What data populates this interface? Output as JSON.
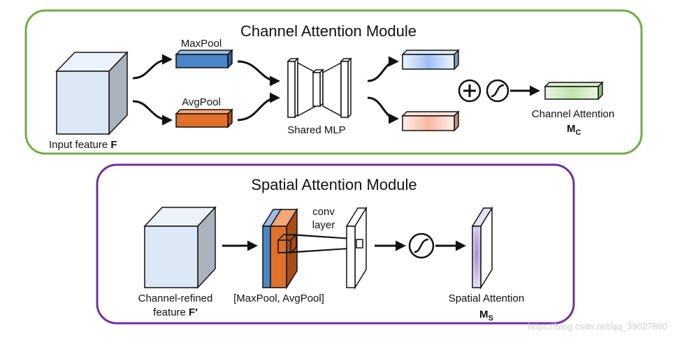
{
  "channel_module": {
    "title": "Channel Attention Module",
    "input_label": "Input feature",
    "input_symbol": "F",
    "maxpool_label": "MaxPool",
    "avgpool_label": "AvgPool",
    "mlp_label": "Shared MLP",
    "output_label": "Channel Attention",
    "output_symbol": "M",
    "output_subscript": "C",
    "border_color": "#70ad47"
  },
  "spatial_module": {
    "title": "Spatial Attention Module",
    "input_label": "Channel-refined",
    "input_label_2": "feature",
    "input_symbol": "F′",
    "pool_label": "[MaxPool, AvgPool]",
    "conv_label_1": "conv",
    "conv_label_2": "layer",
    "output_label": "Spatial Attention",
    "output_symbol": "M",
    "output_subscript": "S",
    "border_color": "#7030a0"
  },
  "colors": {
    "maxpool": "#4a86c8",
    "avgpool": "#e0702a",
    "cube_front": "#dce8f5",
    "cube_side": "#aab2bd"
  },
  "watermark": "https://blog.csdn.net/qq_39027890"
}
